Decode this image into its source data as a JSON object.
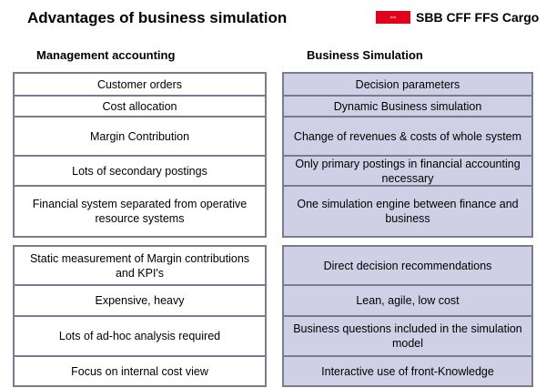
{
  "title": "Advantages of business simulation",
  "logo": {
    "mark": "⇔",
    "text": "SBB CFF FFS Cargo",
    "color": "#e3001b"
  },
  "columns": {
    "left": "Management accounting",
    "right": "Business Simulation"
  },
  "rows": [
    {
      "left": "Customer orders",
      "right": "Decision parameters"
    },
    {
      "left": "Cost allocation",
      "right": "Dynamic Business simulation"
    },
    {
      "left": "Margin Contribution",
      "right": "Change of revenues & costs of whole system"
    },
    {
      "left": "Lots of secondary postings",
      "right": "Only primary postings in financial accounting necessary"
    },
    {
      "left": "Financial system separated from operative resource systems",
      "right": "One simulation engine between finance and business"
    },
    {
      "left": "Static measurement of Margin contributions and KPI's",
      "right": "Direct decision recommendations"
    },
    {
      "left": "Expensive, heavy",
      "right": "Lean, agile, low cost"
    },
    {
      "left": "Lots of ad-hoc analysis required",
      "right": "Business questions included in the simulation model"
    },
    {
      "left": "Focus on internal cost view",
      "right": "Interactive use of front-Knowledge"
    }
  ]
}
